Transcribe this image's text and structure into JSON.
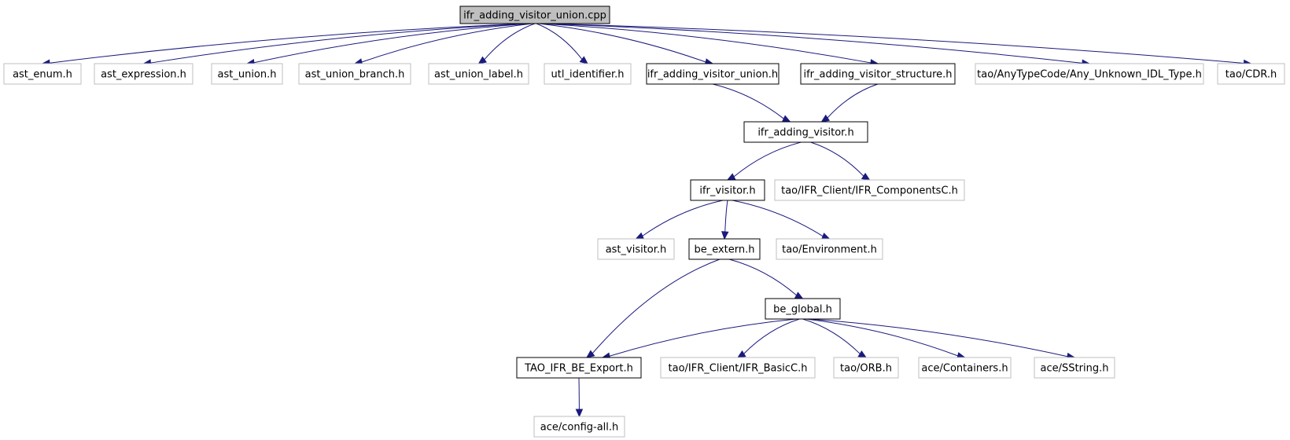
{
  "nodes": [
    {
      "id": "root",
      "label": "ifr_adding_visitor_union.cpp",
      "style": "root"
    },
    {
      "id": "ast_enum",
      "label": "ast_enum.h",
      "style": "grey"
    },
    {
      "id": "ast_expression",
      "label": "ast_expression.h",
      "style": "grey"
    },
    {
      "id": "ast_union",
      "label": "ast_union.h",
      "style": "grey"
    },
    {
      "id": "ast_union_branch",
      "label": "ast_union_branch.h",
      "style": "grey"
    },
    {
      "id": "ast_union_label",
      "label": "ast_union_label.h",
      "style": "grey"
    },
    {
      "id": "utl_identifier",
      "label": "utl_identifier.h",
      "style": "grey"
    },
    {
      "id": "ifr_union_h",
      "label": "ifr_adding_visitor_union.h",
      "style": "normal"
    },
    {
      "id": "ifr_structure_h",
      "label": "ifr_adding_visitor_structure.h",
      "style": "normal"
    },
    {
      "id": "any_unknown",
      "label": "tao/AnyTypeCode/Any_Unknown_IDL_Type.h",
      "style": "grey"
    },
    {
      "id": "cdr",
      "label": "tao/CDR.h",
      "style": "grey"
    },
    {
      "id": "ifr_adding_visitor",
      "label": "ifr_adding_visitor.h",
      "style": "normal"
    },
    {
      "id": "ifr_visitor",
      "label": "ifr_visitor.h",
      "style": "normal"
    },
    {
      "id": "ifr_componentsc",
      "label": "tao/IFR_Client/IFR_ComponentsC.h",
      "style": "grey"
    },
    {
      "id": "ast_visitor",
      "label": "ast_visitor.h",
      "style": "grey"
    },
    {
      "id": "be_extern",
      "label": "be_extern.h",
      "style": "normal"
    },
    {
      "id": "environment",
      "label": "tao/Environment.h",
      "style": "grey"
    },
    {
      "id": "be_global",
      "label": "be_global.h",
      "style": "normal"
    },
    {
      "id": "tao_ifr_be_export",
      "label": "TAO_IFR_BE_Export.h",
      "style": "normal"
    },
    {
      "id": "ifr_basicc",
      "label": "tao/IFR_Client/IFR_BasicC.h",
      "style": "grey"
    },
    {
      "id": "orb",
      "label": "tao/ORB.h",
      "style": "grey"
    },
    {
      "id": "containers",
      "label": "ace/Containers.h",
      "style": "grey"
    },
    {
      "id": "sstring",
      "label": "ace/SString.h",
      "style": "grey"
    },
    {
      "id": "config_all",
      "label": "ace/config-all.h",
      "style": "grey"
    }
  ],
  "edges": [
    [
      "root",
      "ast_enum"
    ],
    [
      "root",
      "ast_expression"
    ],
    [
      "root",
      "ast_union"
    ],
    [
      "root",
      "ast_union_branch"
    ],
    [
      "root",
      "ast_union_label"
    ],
    [
      "root",
      "utl_identifier"
    ],
    [
      "root",
      "ifr_union_h"
    ],
    [
      "root",
      "ifr_structure_h"
    ],
    [
      "root",
      "any_unknown"
    ],
    [
      "root",
      "cdr"
    ],
    [
      "ifr_union_h",
      "ifr_adding_visitor"
    ],
    [
      "ifr_structure_h",
      "ifr_adding_visitor"
    ],
    [
      "ifr_adding_visitor",
      "ifr_visitor"
    ],
    [
      "ifr_adding_visitor",
      "ifr_componentsc"
    ],
    [
      "ifr_visitor",
      "ast_visitor"
    ],
    [
      "ifr_visitor",
      "be_extern"
    ],
    [
      "ifr_visitor",
      "environment"
    ],
    [
      "be_extern",
      "tao_ifr_be_export"
    ],
    [
      "be_extern",
      "be_global"
    ],
    [
      "be_global",
      "tao_ifr_be_export"
    ],
    [
      "be_global",
      "ifr_basicc"
    ],
    [
      "be_global",
      "orb"
    ],
    [
      "be_global",
      "containers"
    ],
    [
      "be_global",
      "sstring"
    ],
    [
      "tao_ifr_be_export",
      "config_all"
    ]
  ],
  "colors": {
    "edge": "#1a1a7e",
    "root_fill": "#bfbfbf",
    "normal_border": "#000000",
    "grey_border": "#bfbfbf"
  }
}
